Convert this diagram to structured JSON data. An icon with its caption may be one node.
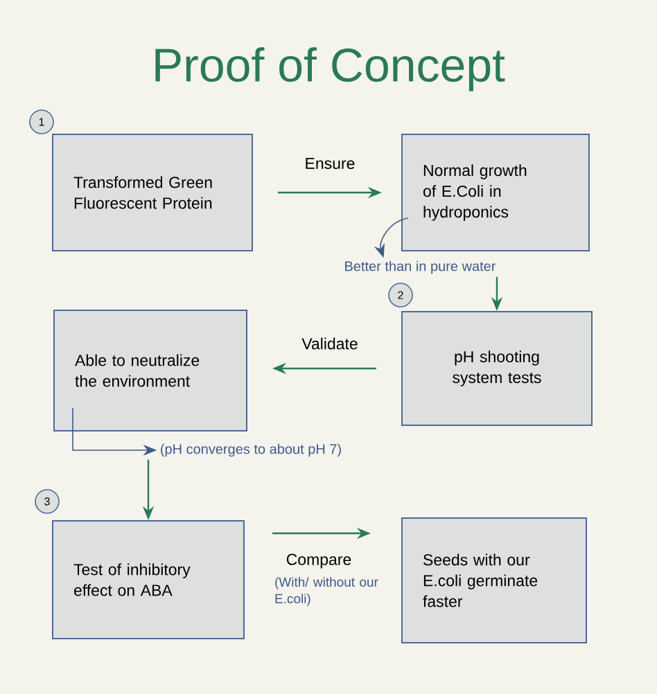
{
  "diagram": {
    "title": "Proof of Concept",
    "nodes": [
      {
        "text": [
          "Transformed Green Fluorescent Protein"
        ]
      },
      {
        "text": [
          "Normal growth of E.Coli in hydroponics"
        ]
      },
      {
        "text": [
          "pH shooting system tests"
        ]
      },
      {
        "text": [
          "Able to neutralize the environment"
        ]
      },
      {
        "text": [
          "Test of inhibitory effect on ABA"
        ]
      },
      {
        "text": [
          "Seeds with our E.coli germinate faster"
        ]
      },
      {
        "text": [
          "Better than in pure water"
        ]
      },
      {
        "text": [
          "(pH converges to about pH 7)"
        ]
      }
    ],
    "edges": [
      {
        "from": 0,
        "to": 1,
        "arrow": "to",
        "label": "Ensure"
      },
      {
        "from": 1,
        "to": 6,
        "arrow": "to",
        "color": "#3d5a8c"
      },
      {
        "from": 6,
        "to": 2,
        "arrow": "to"
      },
      {
        "from": 2,
        "to": 3,
        "arrow": "to",
        "label": "Validate"
      },
      {
        "from": 3,
        "to": 7,
        "arrow": "to",
        "color": "#3d5a8c"
      },
      {
        "from": 7,
        "to": 4,
        "arrow": "to"
      },
      {
        "from": 4,
        "to": 5,
        "arrow": "to",
        "label": "Compare"
      }
    ],
    "labels": [
      "1",
      "2",
      "3",
      "(With/ without our E.coli)"
    ]
  }
}
